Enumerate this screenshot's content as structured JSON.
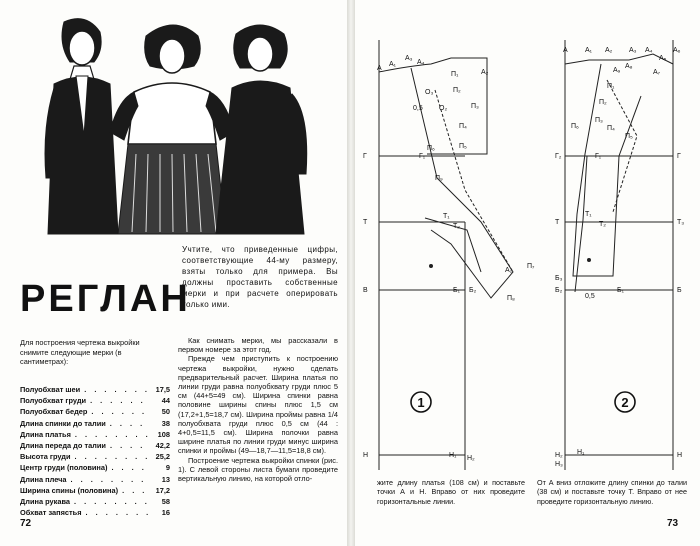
{
  "left_page": {
    "title": "РЕГЛАН",
    "note": "Учтите, что приведенные цифры, соответствующие 44-му размеру, взяты только для примера. Вы должны проставить собственные мерки и при расчете оперировать только ими.",
    "intro": "Для построения чертежа выкройки снимите следующие мерки (в сантиметрах):",
    "measurements": [
      {
        "label": "Полуобхват шеи",
        "value": "17,5"
      },
      {
        "label": "Полуобхват груди",
        "value": "44"
      },
      {
        "label": "Полуобхват бедер",
        "value": "50"
      },
      {
        "label": "Длина спинки до талии",
        "value": "38"
      },
      {
        "label": "Длина платья",
        "value": "108"
      },
      {
        "label": "Длина переда до талии",
        "value": "42,2"
      },
      {
        "label": "Высота груди",
        "value": "25,2"
      },
      {
        "label": "Центр груди (половина)",
        "value": "9"
      },
      {
        "label": "Длина плеча",
        "value": "13"
      },
      {
        "label": "Ширина спины (половина)",
        "value": "17,2"
      },
      {
        "label": "Длина рукава",
        "value": "58"
      },
      {
        "label": "Обхват запястья",
        "value": "16"
      }
    ],
    "paragraphs": [
      "Как снимать мерки, мы рассказали в первом номере за этот год.",
      "Прежде чем приступить к построению чертежа выкройки, нужно сделать предварительный расчет. Ширина платья по линии груди равна полуобхвату груди плюс 5 см (44+5=49 см). Ширина спинки равна половине ширины спины плюс 1,5 см (17,2+1,5=18,7 см). Ширина проймы равна 1/4 полуобхвата груди плюс 0,5 см (44 : 4+0,5=11,5 см). Ширина полочки равна ширине платья по линии груди минус ширина спинки и проймы (49—18,7—11,5=18,8 см).",
      "Построение чертежа выкройки спинки (рис. 1). С левой стороны листа бумаги проведите вертикальную линию, на которой отло-"
    ],
    "page_number": "72"
  },
  "right_page": {
    "caption_1": "жите длину платья (108 см) и поставьте точки А и Н. Вправо от них проведите горизонтальные линии.",
    "caption_2": "От А вниз отложите длину спинки до талии (38 см) и поставьте точку Т. Вправо от нее проведите горизонтальную линию.",
    "figure_1_label": "1",
    "figure_2_label": "2",
    "page_number": "73",
    "draft_labels": {
      "fig1": [
        "А",
        "А₁",
        "А₂",
        "А₃",
        "А₄",
        "П₁",
        "П₂",
        "П₃",
        "П₄",
        "П₅",
        "П₆",
        "П₇",
        "П₈",
        "П₉",
        "Г",
        "Г₁",
        "Т",
        "Т₁",
        "Т₂",
        "В",
        "Б₁",
        "Б₂",
        "Н",
        "Н₁",
        "Н₂",
        "О₁",
        "О₂",
        "О₃",
        "0,5",
        "А₂"
      ],
      "fig2": [
        "А",
        "А₁",
        "А₂",
        "А₃",
        "А₄",
        "А₅",
        "А₆",
        "А₇",
        "А₈",
        "А₉",
        "П₁",
        "П₂",
        "П₃",
        "П₄",
        "П₅",
        "П₆",
        "Г",
        "Г₁",
        "Г₂",
        "Т",
        "Т₁",
        "Т₂",
        "Т₃",
        "Б",
        "Б₁",
        "Б₂",
        "Б₃",
        "Н",
        "Н₁",
        "Н₂",
        "Н₃",
        "0,5"
      ]
    }
  }
}
